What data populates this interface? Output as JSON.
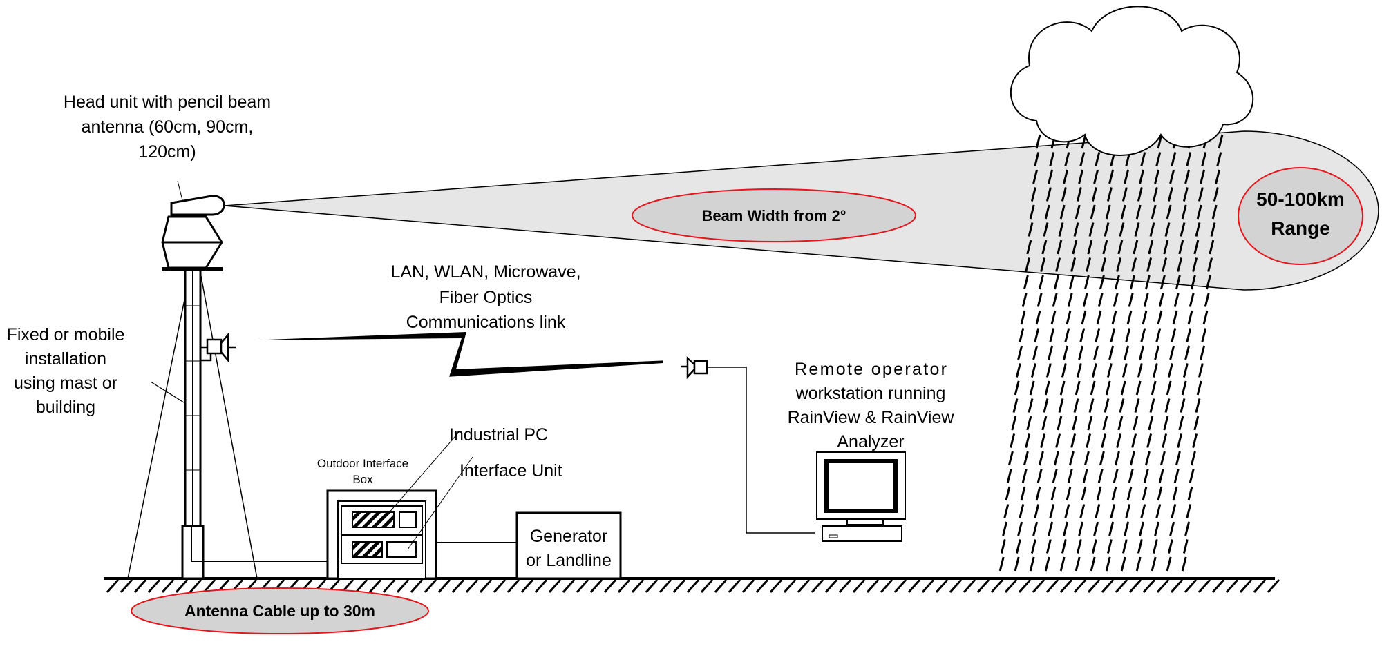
{
  "labels": {
    "head_unit": [
      "Head unit with pencil beam",
      "antenna (60cm, 90cm,",
      "120cm)"
    ],
    "comm_link": [
      "LAN, WLAN, Microwave,",
      "Fiber Optics",
      "Communications link"
    ],
    "installation": [
      "Fixed or mobile",
      "installation",
      "using mast or",
      "building"
    ],
    "workstation": [
      "Remote operator",
      "workstation running",
      "RainView & RainView",
      "Analyzer"
    ],
    "industrial_pc": "Industrial PC",
    "outdoor_box": [
      "Outdoor Interface",
      "Box"
    ],
    "interface_unit": "Interface Unit",
    "generator": [
      "Generator",
      "or Landline"
    ],
    "beam_width": "Beam Width from 2°",
    "range": [
      "50-100km",
      "Range"
    ],
    "cable": "Antenna Cable up to 30m"
  },
  "colors": {
    "highlight_outline": "#e8141b",
    "highlight_fill": "#d3d3d3",
    "beam_fill": "#e6e6e6",
    "line": "#000000"
  }
}
